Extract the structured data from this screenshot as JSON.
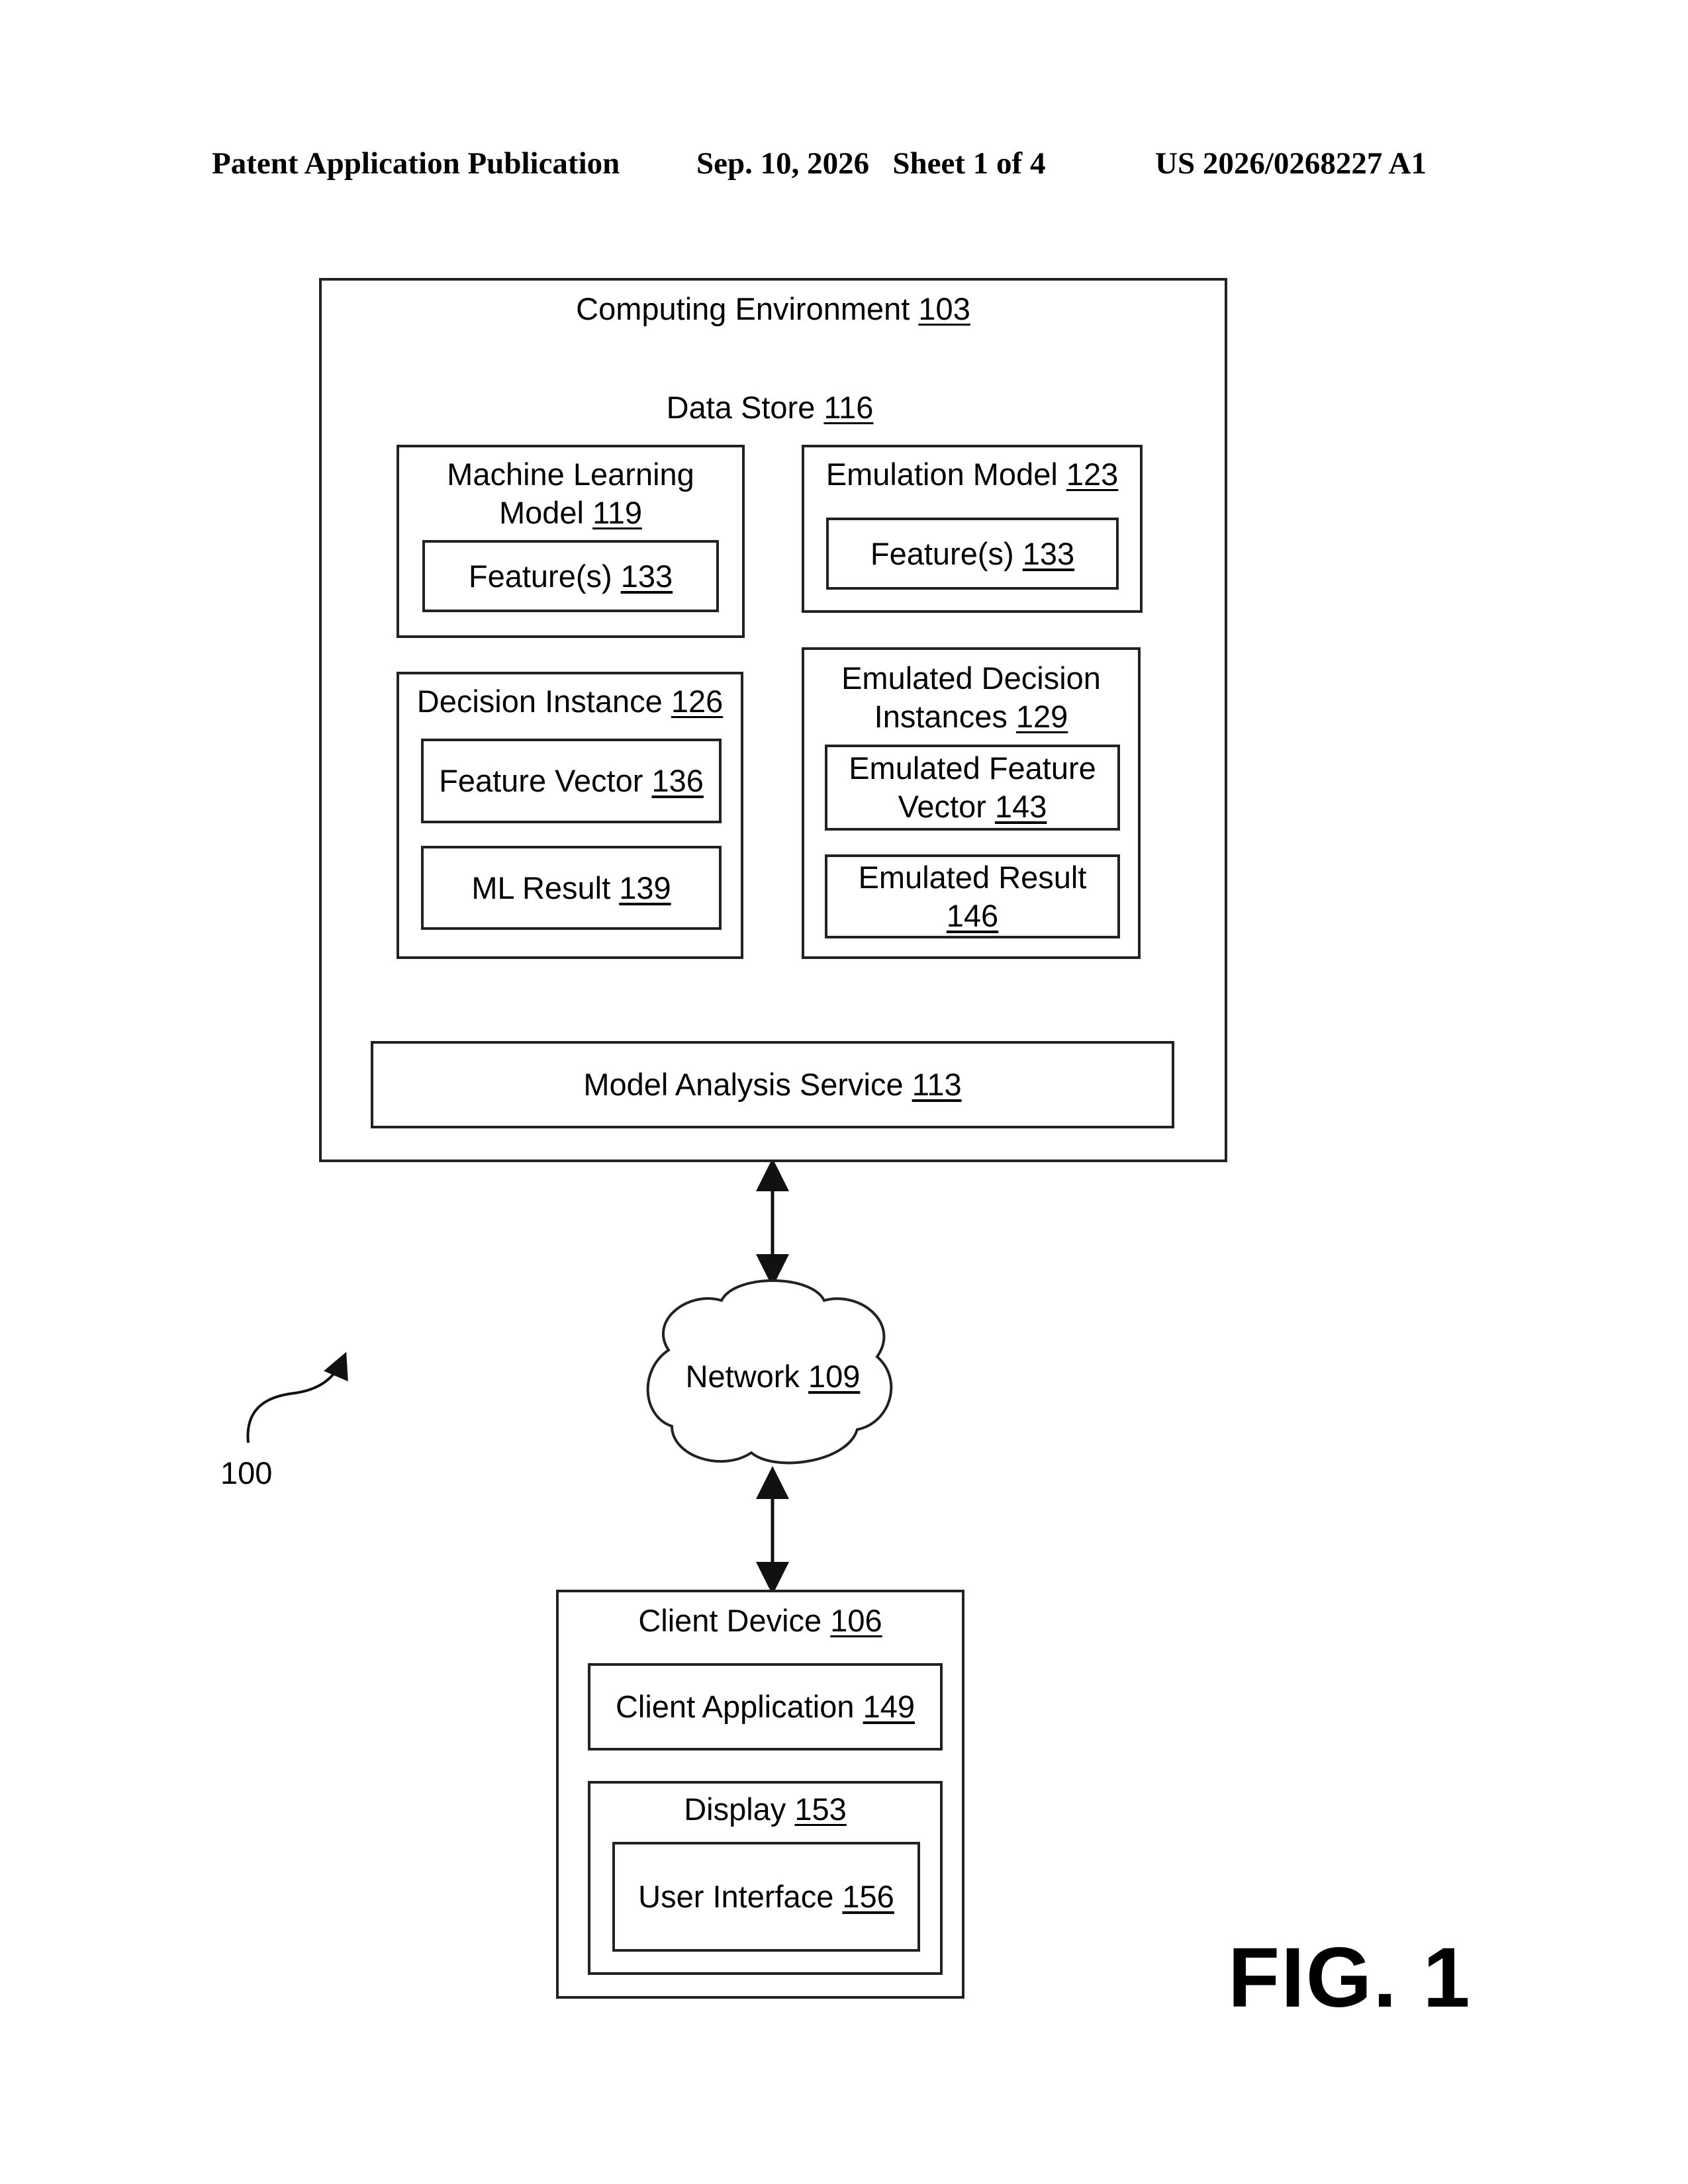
{
  "header": {
    "publication": "Patent Application Publication",
    "date_sheet": "Sep. 10, 2026   Sheet 1 of 4",
    "pub_number": "US 2026/0268227 A1"
  },
  "computing_environment": {
    "label": "Computing Environment",
    "ref": "103"
  },
  "data_store": {
    "label": "Data Store",
    "ref": "116"
  },
  "ml_model": {
    "label_line1": "Machine Learning",
    "label_line2": "Model",
    "ref": "119",
    "feature": {
      "label": "Feature(s)",
      "ref": "133"
    }
  },
  "emulation_model": {
    "label": "Emulation Model",
    "ref": "123",
    "feature": {
      "label": "Feature(s)",
      "ref": "133"
    }
  },
  "decision_instance": {
    "label": "Decision Instance",
    "ref": "126",
    "feature_vector": {
      "label": "Feature Vector",
      "ref": "136"
    },
    "ml_result": {
      "label": "ML Result",
      "ref": "139"
    }
  },
  "emulated_decisions": {
    "label_line1": "Emulated Decision",
    "label_line2": "Instances",
    "ref": "129",
    "feature_vector": {
      "label_line1": "Emulated Feature",
      "label_line2": "Vector",
      "ref": "143"
    },
    "result": {
      "label_line1": "Emulated Result",
      "ref": "146"
    }
  },
  "model_analysis_service": {
    "label": "Model Analysis Service",
    "ref": "113"
  },
  "network": {
    "label": "Network",
    "ref": "109"
  },
  "client_device": {
    "label": "Client Device",
    "ref": "106"
  },
  "client_application": {
    "label": "Client Application",
    "ref": "149"
  },
  "display": {
    "label": "Display",
    "ref": "153"
  },
  "user_interface": {
    "label": "User Interface",
    "ref": "156"
  },
  "system_ref": "100",
  "figure_label": "FIG. 1"
}
